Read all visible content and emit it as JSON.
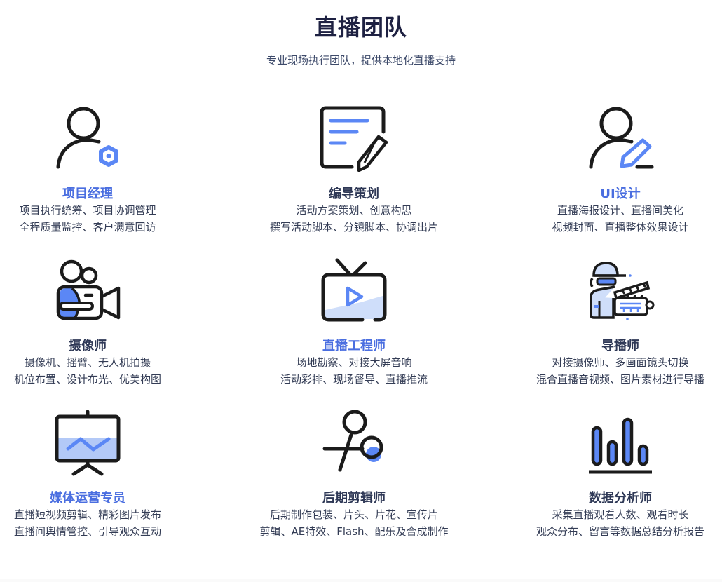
{
  "header": {
    "title": "直播团队",
    "subtitle": "专业现场执行团队，提供本地化直播支持"
  },
  "colors": {
    "accent": "#4a6ee0",
    "icon_blue": "#5b87f5",
    "icon_light_blue": "#b3c9f7",
    "icon_dark": "#1b1b1b",
    "title": "#1e2142",
    "text": "#333c55"
  },
  "roles": [
    {
      "icon": "user-gear-icon",
      "title": "项目经理",
      "highlighted": true,
      "lines": [
        "项目执行统筹、项目协调管理",
        "全程质量监控、客户满意回访"
      ]
    },
    {
      "icon": "document-pencil-icon",
      "title": "编导策划",
      "highlighted": false,
      "lines": [
        "活动方案策划、创意构思",
        "撰写活动脚本、分镜脚本、协调出片"
      ]
    },
    {
      "icon": "user-pen-icon",
      "title": "UI设计",
      "highlighted": true,
      "lines": [
        "直播海报设计、直播间美化",
        "视频封面、直播整体效果设计"
      ]
    },
    {
      "icon": "video-camera-icon",
      "title": "摄像师",
      "highlighted": false,
      "lines": [
        "摄像机、摇臂、无人机拍摄",
        "机位布置、设计布光、优美构图"
      ]
    },
    {
      "icon": "tv-play-icon",
      "title": "直播工程师",
      "highlighted": true,
      "lines": [
        "场地勘察、对接大屏音响",
        "活动彩排、现场督导、直播推流"
      ]
    },
    {
      "icon": "director-clapper-icon",
      "title": "导播师",
      "highlighted": false,
      "lines": [
        "对接摄像师、多画面镜头切换",
        "混合直播音视频、图片素材进行导播"
      ]
    },
    {
      "icon": "presentation-chart-icon",
      "title": "媒体运营专员",
      "highlighted": true,
      "lines": [
        "直播短视频剪辑、精彩图片发布",
        "直播间舆情管控、引导观众互动"
      ]
    },
    {
      "icon": "scissors-icon",
      "title": "后期剪辑师",
      "highlighted": false,
      "lines": [
        "后期制作包装、片头、片花、宣传片",
        "剪辑、AE特效、Flash、配乐及合成制作"
      ]
    },
    {
      "icon": "bar-chart-icon",
      "title": "数据分析师",
      "highlighted": false,
      "lines": [
        "采集直播观看人数、观看时长",
        "观众分布、留言等数据总结分析报告"
      ]
    }
  ]
}
